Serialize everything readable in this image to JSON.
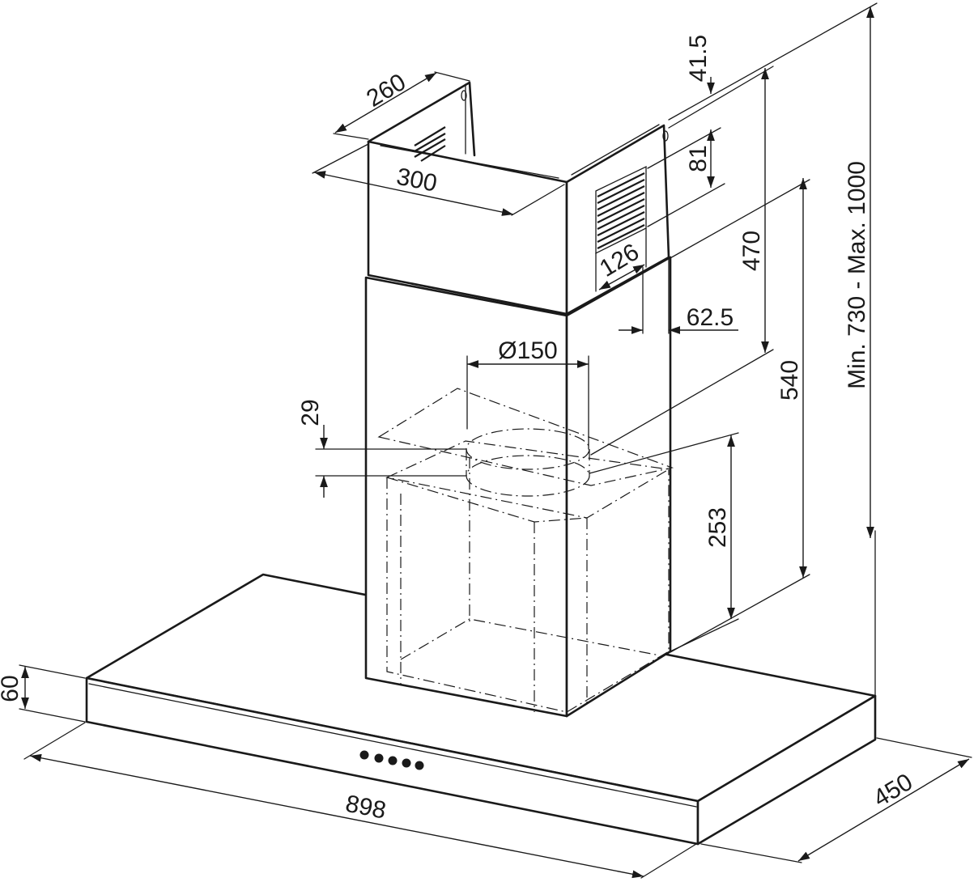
{
  "dimensions": {
    "width": "898",
    "depth": "450",
    "body_height": "60",
    "chimney_width": "300",
    "chimney_depth": "260",
    "top_offset": "41.5",
    "grille_offset": "81",
    "grille_width": "126",
    "side_offset": "62.5",
    "duct_diameter": "Ø150",
    "duct_offset": "29",
    "inner_height": "253",
    "upper_height": "470",
    "middle_height": "540",
    "total_height": "Min. 730 - Max. 1000"
  },
  "controls": {
    "button_count": 5
  }
}
